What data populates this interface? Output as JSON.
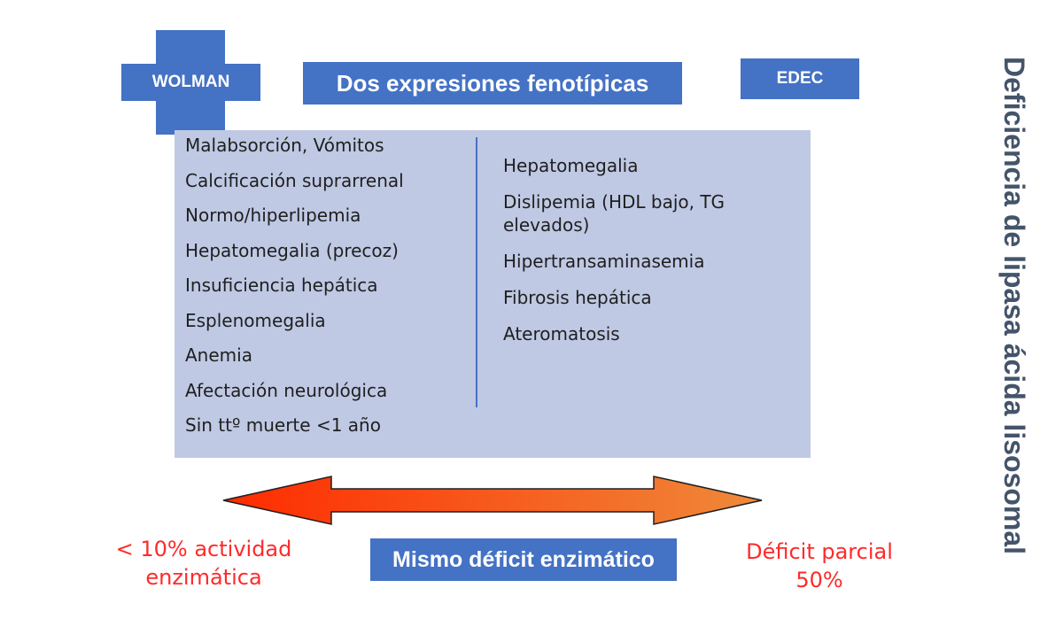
{
  "wolman_label": "WOLMAN",
  "title": "Dos expresiones fenotípicas",
  "edec_label": "EDEC",
  "side_title": "Deficiencia de lipasa ácida lisosomal",
  "wolman_features": [
    "Malabsorción, Vómitos",
    "Calcificación suprarrenal",
    "Normo/hiperlipemia",
    "Hepatomegalia (precoz)",
    "Insuficiencia hepática",
    "Esplenomegalia",
    "Anemia",
    "Afectación neurológica",
    "Sin ttº muerte <1 año"
  ],
  "edec_features": [
    "Hepatomegalia",
    "Dislipemia (HDL bajo, TG elevados)",
    "Hipertransaminasemia",
    "Fibrosis hepática",
    "Ateromatosis"
  ],
  "left_caption": "< 10% actividad enzimática",
  "right_caption": "Déficit parcial 50%",
  "bottom_label": "Mismo déficit enzimático",
  "colors": {
    "accent_blue": "#4472c4",
    "panel": "#bfc9e4",
    "caption_red": "#ff2a2a",
    "arrow_start": "#ff2a00",
    "arrow_end": "#ef8a3a",
    "side_title": "#44546a"
  }
}
